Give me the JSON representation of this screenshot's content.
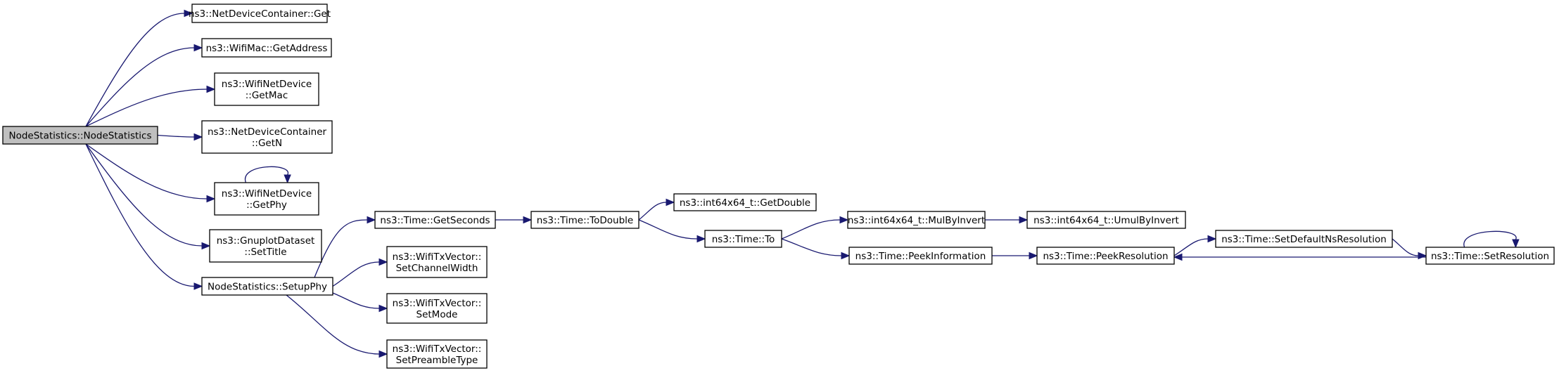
{
  "nodes": [
    {
      "id": "n0",
      "lines": [
        "NodeStatistics::NodeStatistics"
      ],
      "root": true
    },
    {
      "id": "n1",
      "lines": [
        "ns3::NetDeviceContainer::Get"
      ]
    },
    {
      "id": "n2",
      "lines": [
        "ns3::WifiMac::GetAddress"
      ]
    },
    {
      "id": "n3",
      "lines": [
        "ns3::WifiNetDevice",
        "::GetMac"
      ]
    },
    {
      "id": "n4",
      "lines": [
        "ns3::NetDeviceContainer",
        "::GetN"
      ]
    },
    {
      "id": "n5",
      "lines": [
        "ns3::WifiNetDevice",
        "::GetPhy"
      ]
    },
    {
      "id": "n6",
      "lines": [
        "ns3::GnuplotDataset",
        "::SetTitle"
      ]
    },
    {
      "id": "n7",
      "lines": [
        "NodeStatistics::SetupPhy"
      ]
    },
    {
      "id": "n8",
      "lines": [
        "ns3::Time::GetSeconds"
      ]
    },
    {
      "id": "n9",
      "lines": [
        "ns3::WifiTxVector::",
        "SetChannelWidth"
      ]
    },
    {
      "id": "n10",
      "lines": [
        "ns3::WifiTxVector::",
        "SetMode"
      ]
    },
    {
      "id": "n11",
      "lines": [
        "ns3::WifiTxVector::",
        "SetPreambleType"
      ]
    },
    {
      "id": "n12",
      "lines": [
        "ns3::Time::ToDouble"
      ]
    },
    {
      "id": "n13",
      "lines": [
        "ns3::int64x64_t::GetDouble"
      ]
    },
    {
      "id": "n14",
      "lines": [
        "ns3::Time::To"
      ]
    },
    {
      "id": "n15",
      "lines": [
        "ns3::int64x64_t::MulByInvert"
      ]
    },
    {
      "id": "n16",
      "lines": [
        "ns3::Time::PeekInformation"
      ]
    },
    {
      "id": "n17",
      "lines": [
        "ns3::int64x64_t::UmulByInvert"
      ]
    },
    {
      "id": "n18",
      "lines": [
        "ns3::Time::PeekResolution"
      ]
    },
    {
      "id": "n19",
      "lines": [
        "ns3::Time::SetDefaultNsResolution"
      ]
    },
    {
      "id": "n20",
      "lines": [
        "ns3::Time::SetResolution"
      ]
    }
  ],
  "edges": [
    [
      "n0",
      "n1"
    ],
    [
      "n0",
      "n2"
    ],
    [
      "n0",
      "n3"
    ],
    [
      "n0",
      "n4"
    ],
    [
      "n0",
      "n5"
    ],
    [
      "n0",
      "n6"
    ],
    [
      "n0",
      "n7"
    ],
    [
      "n5",
      "n5"
    ],
    [
      "n7",
      "n8"
    ],
    [
      "n7",
      "n9"
    ],
    [
      "n7",
      "n10"
    ],
    [
      "n7",
      "n11"
    ],
    [
      "n8",
      "n12"
    ],
    [
      "n12",
      "n13"
    ],
    [
      "n12",
      "n14"
    ],
    [
      "n14",
      "n15"
    ],
    [
      "n14",
      "n16"
    ],
    [
      "n15",
      "n17"
    ],
    [
      "n16",
      "n18"
    ],
    [
      "n18",
      "n19"
    ],
    [
      "n19",
      "n20"
    ],
    [
      "n20",
      "n18"
    ],
    [
      "n20",
      "n20"
    ]
  ]
}
